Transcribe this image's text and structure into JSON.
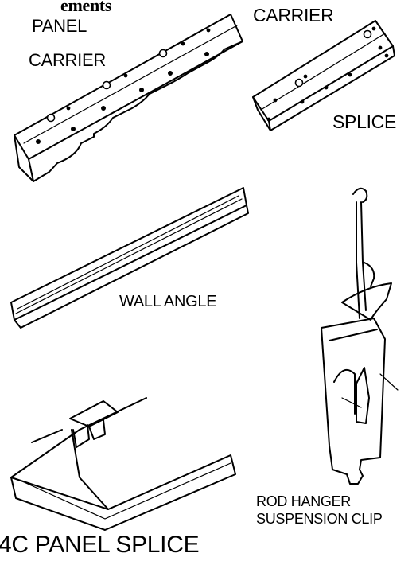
{
  "header": {
    "title": "ements"
  },
  "labels": {
    "panel": "PANEL",
    "panel_carrier": "CARRIER",
    "carrier": "CARRIER",
    "splice": "SPLICE",
    "wall_angle": "WALL ANGLE",
    "rod_hanger_line1": "ROD HANGER",
    "rod_hanger_line2": "SUSPENSION CLIP",
    "panel_splice": "4C PANEL SPLICE"
  }
}
